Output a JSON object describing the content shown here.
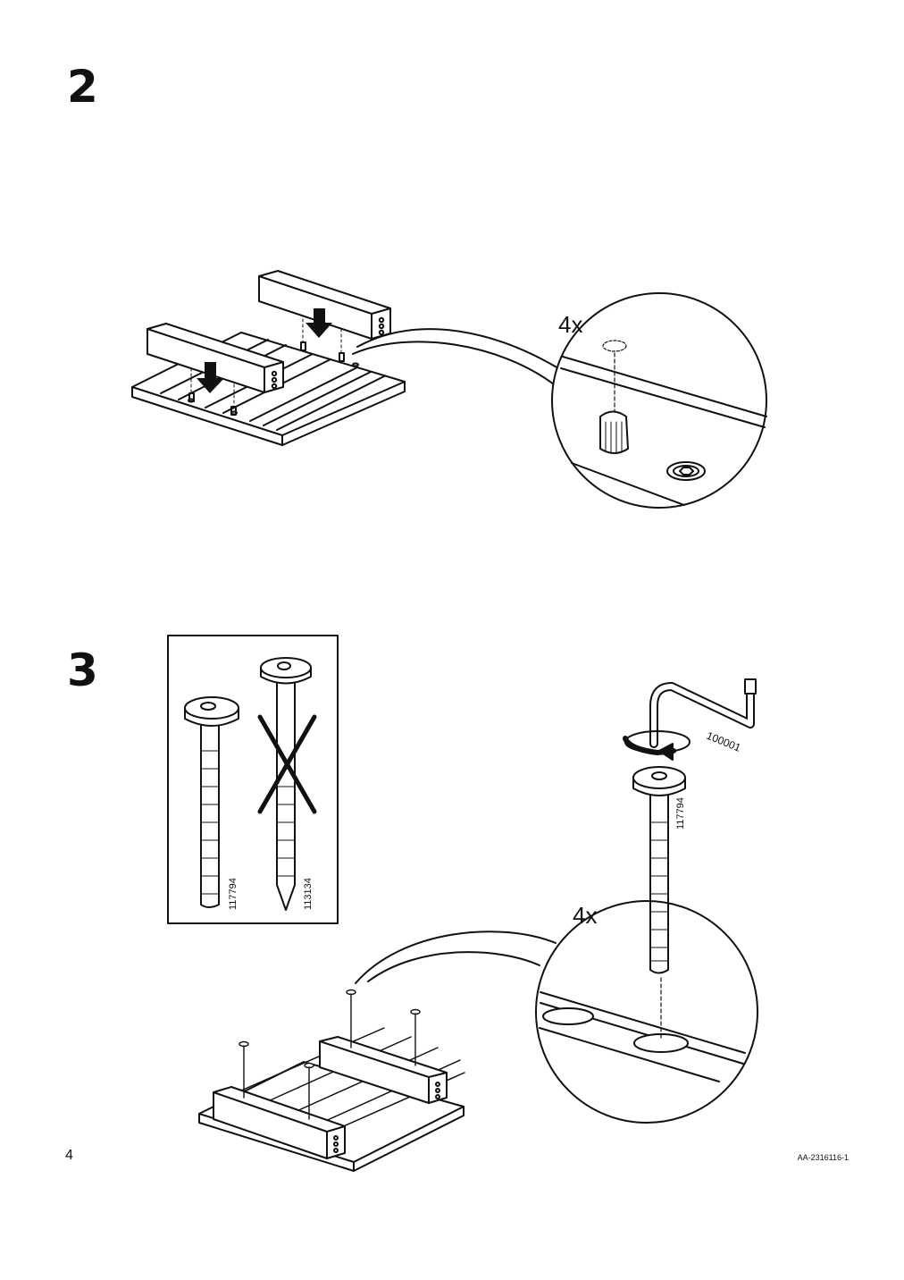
{
  "steps": [
    {
      "number": "2",
      "quantity": "4x"
    },
    {
      "number": "3",
      "quantity": "4x"
    }
  ],
  "parts": {
    "bolt_correct": "117794",
    "bolt_wrong": "113134",
    "allen_key": "100001",
    "bolt_detail": "117794"
  },
  "footer": {
    "page_number": "4",
    "doc_code": "AA-2316116-1"
  },
  "icons": [
    "down-arrow-icon",
    "rotate-arrow-icon",
    "cross-out-icon",
    "allen-key-icon",
    "bolt-icon",
    "dowel-icon"
  ]
}
